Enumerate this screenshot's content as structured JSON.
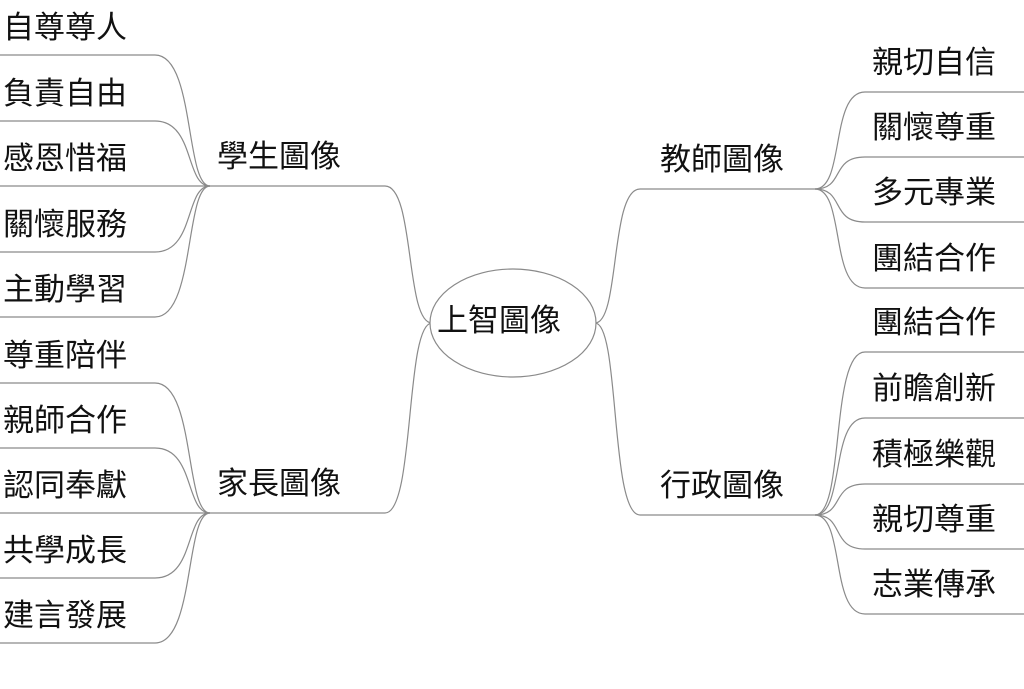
{
  "center": {
    "label": "上智圖像"
  },
  "groups": [
    {
      "id": "student",
      "label": "學生圖像",
      "side": "left",
      "items": [
        "自尊尊人",
        "負責自由",
        "感恩惜福",
        "關懷服務",
        "主動學習"
      ]
    },
    {
      "id": "parent",
      "label": "家長圖像",
      "side": "left",
      "items": [
        "尊重陪伴",
        "親師合作",
        "認同奉獻",
        "共學成長",
        "建言發展"
      ]
    },
    {
      "id": "teacher",
      "label": "教師圖像",
      "side": "right",
      "items": [
        "親切自信",
        "關懷尊重",
        "多元專業",
        "團結合作"
      ]
    },
    {
      "id": "admin",
      "label": "行政圖像",
      "side": "right",
      "items": [
        "團結合作",
        "前瞻創新",
        "積極樂觀",
        "親切尊重",
        "志業傳承"
      ]
    }
  ],
  "colors": {
    "line": "#8a8a8a",
    "text": "#111111"
  }
}
